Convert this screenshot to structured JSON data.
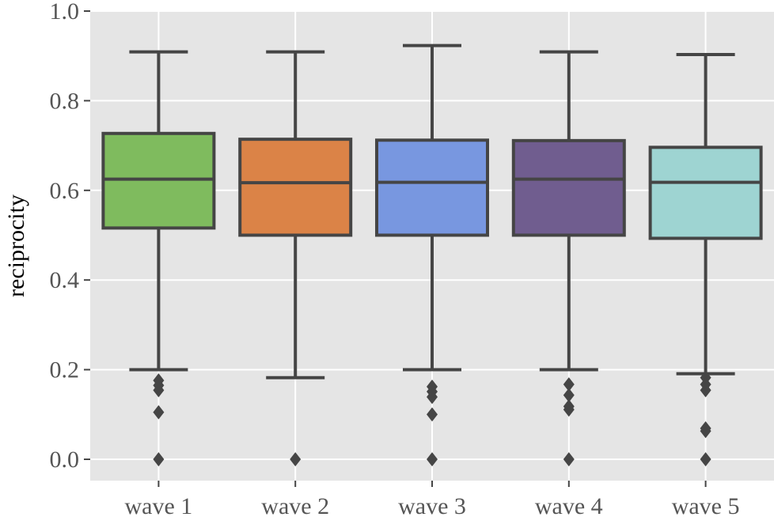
{
  "chart_data": {
    "type": "box",
    "title": "",
    "xlabel": "",
    "ylabel": "reciprocity",
    "ylim": [
      -0.05,
      1.0
    ],
    "yticks": [
      0.0,
      0.2,
      0.4,
      0.6,
      0.8,
      1.0
    ],
    "ytick_labels": [
      "0.0",
      "0.2",
      "0.4",
      "0.6",
      "0.8",
      "1.0"
    ],
    "grid": true,
    "legend": "none",
    "categories": [
      "wave 1",
      "wave 2",
      "wave 3",
      "wave 4",
      "wave 5"
    ],
    "series": [
      {
        "category": "wave 1",
        "whisker_low": 0.2,
        "q1": 0.516,
        "median": 0.625,
        "q3": 0.727,
        "whisker_high": 0.909,
        "outliers": [
          0.176,
          0.165,
          0.154,
          0.105,
          0.0
        ],
        "color": "#7fbb5e"
      },
      {
        "category": "wave 2",
        "whisker_low": 0.182,
        "q1": 0.5,
        "median": 0.617,
        "q3": 0.714,
        "whisker_high": 0.909,
        "outliers": [
          0.0
        ],
        "color": "#db8347"
      },
      {
        "category": "wave 3",
        "whisker_low": 0.2,
        "q1": 0.5,
        "median": 0.618,
        "q3": 0.712,
        "whisker_high": 0.923,
        "outliers": [
          0.162,
          0.151,
          0.139,
          0.1,
          0.0
        ],
        "color": "#7897e0"
      },
      {
        "category": "wave 4",
        "whisker_low": 0.2,
        "q1": 0.5,
        "median": 0.625,
        "q3": 0.711,
        "whisker_high": 0.909,
        "outliers": [
          0.167,
          0.143,
          0.118,
          0.111,
          0.0
        ],
        "color": "#705d8f"
      },
      {
        "category": "wave 5",
        "whisker_low": 0.191,
        "q1": 0.493,
        "median": 0.618,
        "q3": 0.696,
        "whisker_high": 0.903,
        "outliers": [
          0.182,
          0.167,
          0.154,
          0.069,
          0.063,
          0.0
        ],
        "color": "#9ed4d2"
      }
    ],
    "colors": {
      "panel": "#e5e5e5",
      "grid": "#ffffff",
      "line": "#454545",
      "tick_text": "#555555"
    }
  }
}
